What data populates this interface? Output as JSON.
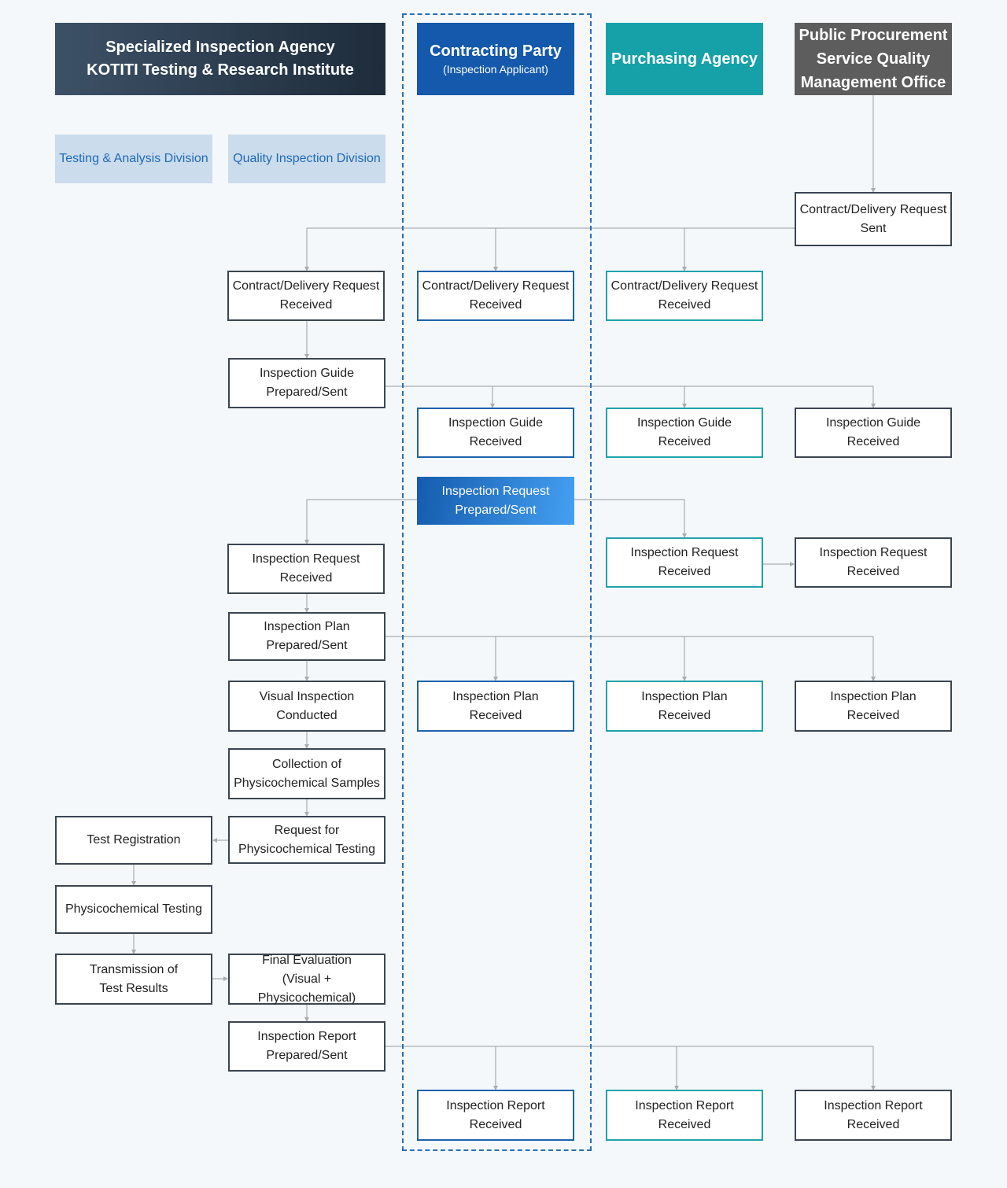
{
  "headers": {
    "agency": "Specialized Inspection Agency\nKOTITI Testing & Research Institute",
    "party": "Contracting Party",
    "party_sub": "(Inspection Applicant)",
    "purchasing": "Purchasing Agency",
    "pps": "Public Procurement\nService Quality\nManagement Office"
  },
  "divisions": {
    "testing": "Testing & Analysis Division",
    "quality": "Quality Inspection Division"
  },
  "nodes": {
    "pps_contract_sent": "Contract/Delivery Request\nSent",
    "qi_contract_received": "Contract/Delivery Request\nReceived",
    "cp_contract_received": "Contract/Delivery Request\nReceived",
    "pa_contract_received": "Contract/Delivery Request\nReceived",
    "qi_guide_sent": "Inspection Guide\nPrepared/Sent",
    "cp_guide_received": "Inspection Guide\nReceived",
    "pa_guide_received": "Inspection Guide\nReceived",
    "pps_guide_received": "Inspection Guide\nReceived",
    "cp_request_sent": "Inspection Request\nPrepared/Sent",
    "qi_request_received": "Inspection Request\nReceived",
    "pa_request_received": "Inspection Request\nReceived",
    "pps_request_received": "Inspection Request\nReceived",
    "qi_plan_sent": "Inspection Plan\nPrepared/Sent",
    "cp_plan_received": "Inspection Plan\nReceived",
    "pa_plan_received": "Inspection Plan\nReceived",
    "pps_plan_received": "Inspection Plan\nReceived",
    "qi_visual": "Visual Inspection\nConducted",
    "qi_collection": "Collection of\nPhysicochemical Samples",
    "qi_test_request": "Request for\nPhysicochemical Testing",
    "ta_registration": "Test Registration",
    "ta_testing": "Physicochemical Testing",
    "ta_transmission": "Transmission of\nTest Results",
    "qi_final_eval": "Final Evaluation\n(Visual + Physicochemical)",
    "qi_report_sent": "Inspection Report\nPrepared/Sent",
    "cp_report_received": "Inspection Report\nReceived",
    "pa_report_received": "Inspection Report\nReceived",
    "pps_report_received": "Inspection Report\nReceived"
  },
  "colors": {
    "agency_header": "#2c3e50",
    "party_header": "#1459ab",
    "purchasing_header": "#16a1a8",
    "pps_header": "#5d5d5d",
    "division_tag": "#cbdcec",
    "connector": "#a9adb2"
  }
}
